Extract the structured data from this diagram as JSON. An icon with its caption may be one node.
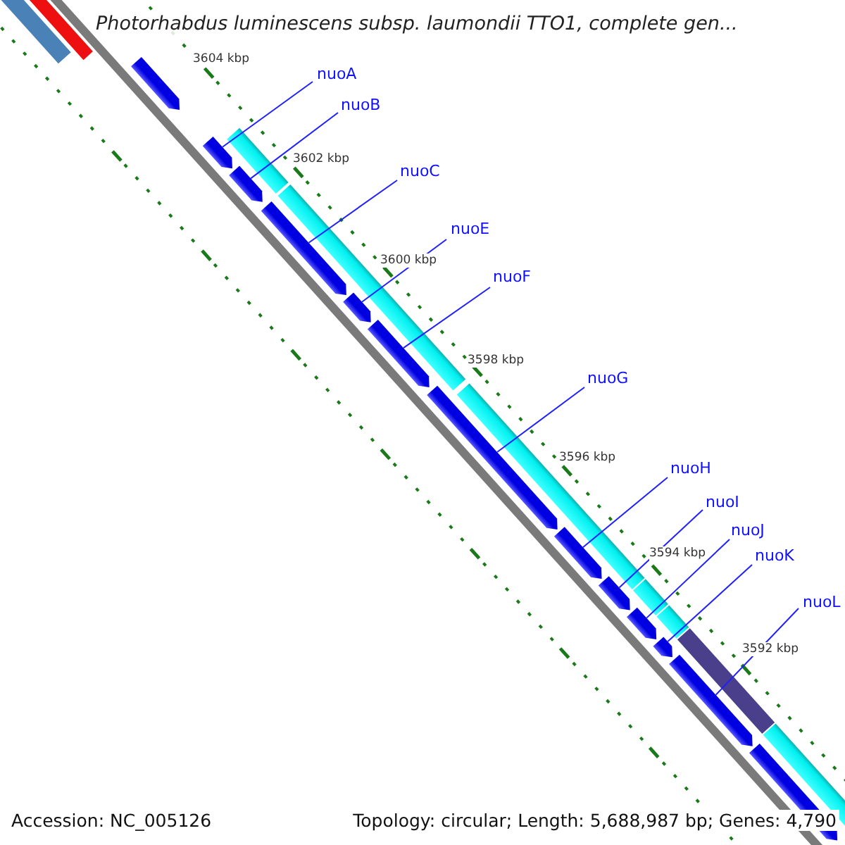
{
  "diagram": {
    "title": "Photorhabdus luminescens subsp. laumondii TTO1, complete gen...",
    "nodes": [
      {
        "text": [
          "nuoA"
        ]
      },
      {
        "text": [
          "nuoB"
        ]
      },
      {
        "text": [
          "nuoC"
        ]
      },
      {
        "text": [
          "nuoE"
        ]
      },
      {
        "text": [
          "nuoF"
        ]
      },
      {
        "text": [
          "nuoG"
        ]
      },
      {
        "text": [
          "nuoH"
        ]
      },
      {
        "text": [
          "nuoI"
        ]
      },
      {
        "text": [
          "nuoJ"
        ]
      },
      {
        "text": [
          "nuoK"
        ]
      },
      {
        "text": [
          "nuoL"
        ]
      },
      {
        "text": [],
        "shape": "bar"
      },
      {
        "text": [],
        "shape": "bar"
      },
      {
        "text": [],
        "shape": "bar"
      },
      {
        "text": [],
        "shape": "bar"
      },
      {
        "text": [],
        "shape": "bar"
      },
      {
        "text": [],
        "shape": "bar"
      },
      {
        "text": [],
        "shape": "bar"
      },
      {
        "text": [],
        "shape": "bar"
      },
      {
        "text": [],
        "shape": "bar"
      },
      {
        "text": [],
        "shape": "bar"
      },
      {
        "text": [],
        "shape": "bar"
      },
      {
        "text": [],
        "shape": "bar"
      },
      {
        "text": [],
        "shape": "bar"
      }
    ],
    "edges": [
      {
        "from": 0,
        "to": 12,
        "arrow": "none"
      },
      {
        "from": 1,
        "to": 13,
        "arrow": "none"
      },
      {
        "from": 2,
        "to": 14,
        "arrow": "none"
      },
      {
        "from": 3,
        "to": 15,
        "arrow": "none"
      },
      {
        "from": 4,
        "to": 16,
        "arrow": "none"
      },
      {
        "from": 5,
        "to": 17,
        "arrow": "none"
      },
      {
        "from": 6,
        "to": 18,
        "arrow": "none"
      },
      {
        "from": 7,
        "to": 19,
        "arrow": "none"
      },
      {
        "from": 8,
        "to": 20,
        "arrow": "none"
      },
      {
        "from": 9,
        "to": 21,
        "arrow": "none"
      },
      {
        "from": 10,
        "to": 22,
        "arrow": "none"
      }
    ],
    "labels": [
      "3604 kbp",
      "3602 kbp",
      "3600 kbp",
      "3598 kbp",
      "3596 kbp",
      "3594 kbp",
      "3592 kbp",
      "Accession: NC_005126",
      "Topology: circular; Length: 5,688,987 bp; Genes: 4,790"
    ]
  }
}
